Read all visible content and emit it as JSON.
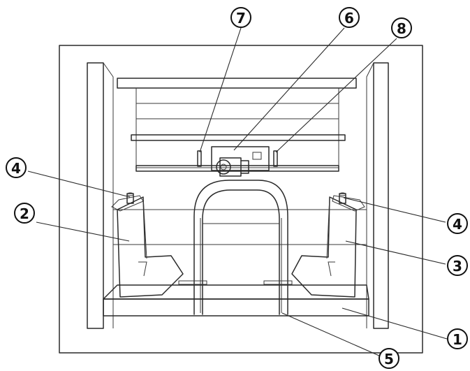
{
  "callouts": [
    {
      "id": "7",
      "label": "7"
    },
    {
      "id": "6",
      "label": "6"
    },
    {
      "id": "8",
      "label": "8"
    },
    {
      "id": "4-left",
      "label": "4"
    },
    {
      "id": "2",
      "label": "2"
    },
    {
      "id": "4-right",
      "label": "4"
    },
    {
      "id": "3",
      "label": "3"
    },
    {
      "id": "1",
      "label": "1"
    },
    {
      "id": "5",
      "label": "5"
    }
  ],
  "colors": {
    "line": "#2a2a2a",
    "background": "#ffffff"
  }
}
